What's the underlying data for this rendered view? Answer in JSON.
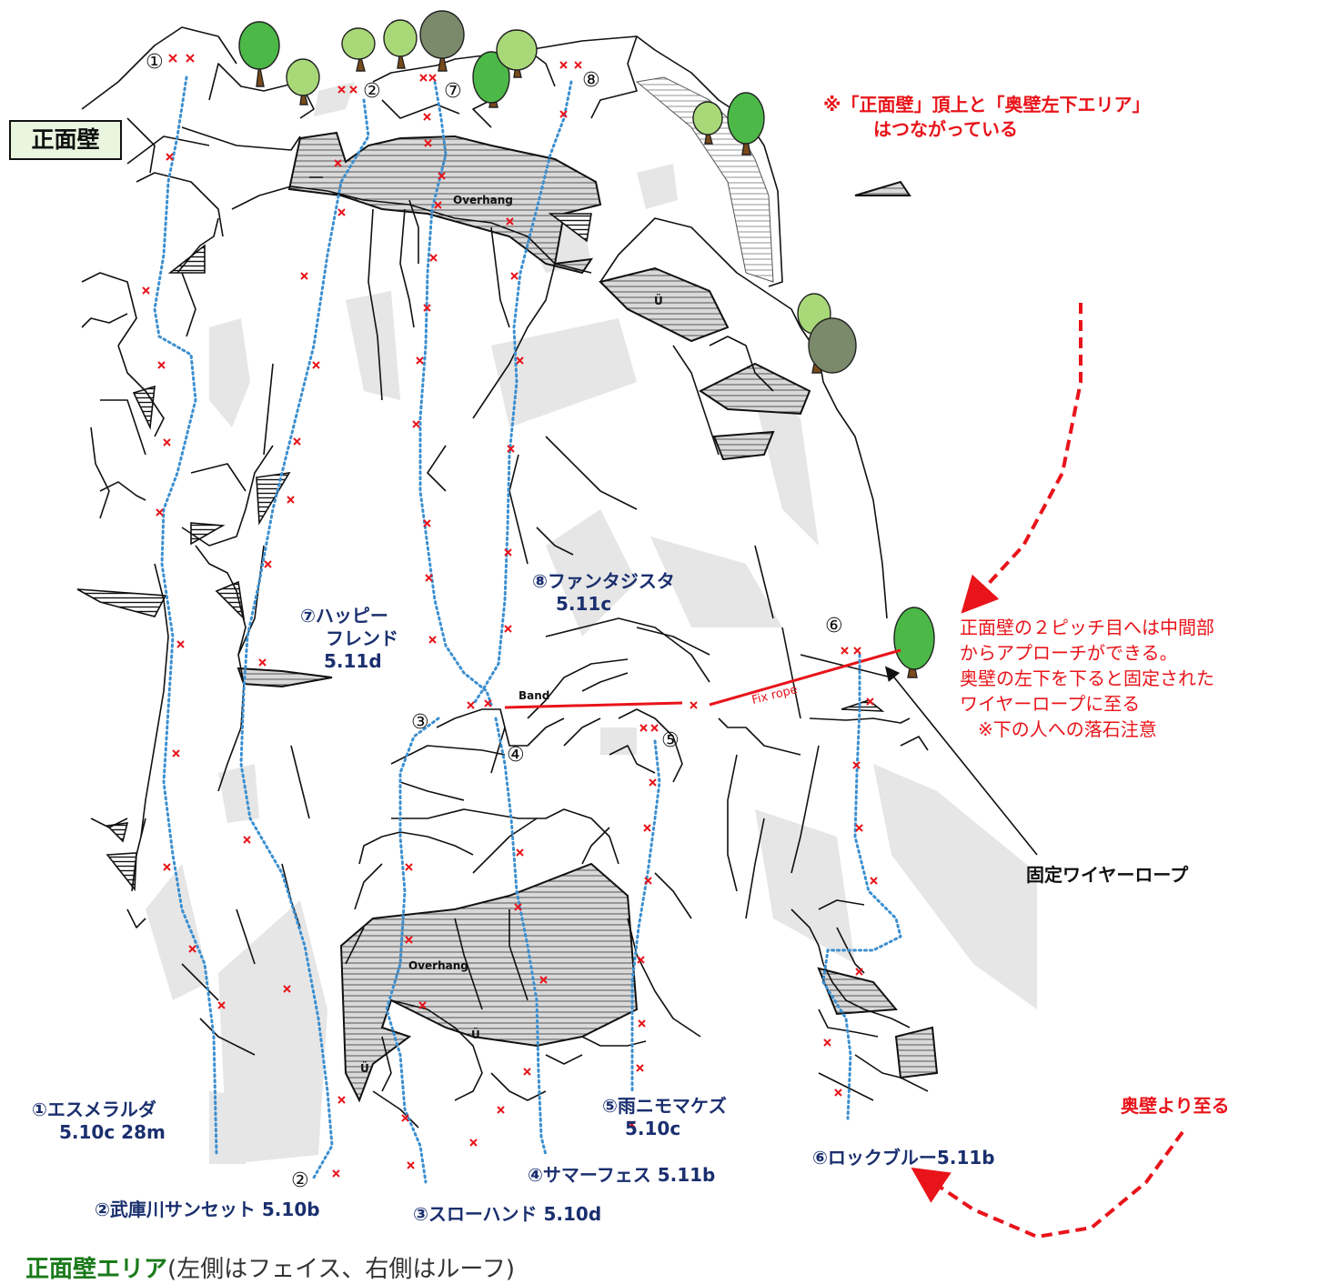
{
  "area_label": "正面壁",
  "top_note": [
    "※「正面壁」頂上と「奥壁左下エリア」",
    "はつながっている"
  ],
  "right_note": [
    "正面壁の２ピッチ目へは中間部",
    "からアプローチができる。",
    "奥壁の左下を下ると固定された",
    "ワイヤーロープに至る",
    "※下の人への落石注意"
  ],
  "wire_label": "固定ワイヤーロープ",
  "approach_label": "奥壁より至る",
  "overhang_label": "Overhang",
  "band_label": "Band",
  "fixrope_label": "Fix rope",
  "u_label": "Ü",
  "route_numbers": [
    "①",
    "②",
    "③",
    "④",
    "⑤",
    "⑥",
    "⑦",
    "⑧"
  ],
  "routes": {
    "r1": [
      "①エスメラルダ",
      "5.10c 28m"
    ],
    "r2": "②武庫川サンセット 5.10b",
    "r3": "③スローハンド 5.10d",
    "r4": "④サマーフェス 5.11b",
    "r5": [
      "⑤雨ニモマケズ",
      "5.10c"
    ],
    "r6": "⑥ロックブルー5.11b",
    "r7": [
      "⑦ハッピー",
      "フレンド",
      "5.11d"
    ],
    "r8": [
      "⑧ファンタジスタ",
      "5.11c"
    ]
  },
  "bottom_title": "正面壁エリア",
  "bottom_sub": "(左側はフェイス、右側はルーフ)",
  "colors": {
    "route_line": "#3b8fd0",
    "bolt": "#e8141a",
    "note_red": "#e8141a",
    "route_text": "#1a2f6e",
    "label_bg": "#e9f5df"
  }
}
